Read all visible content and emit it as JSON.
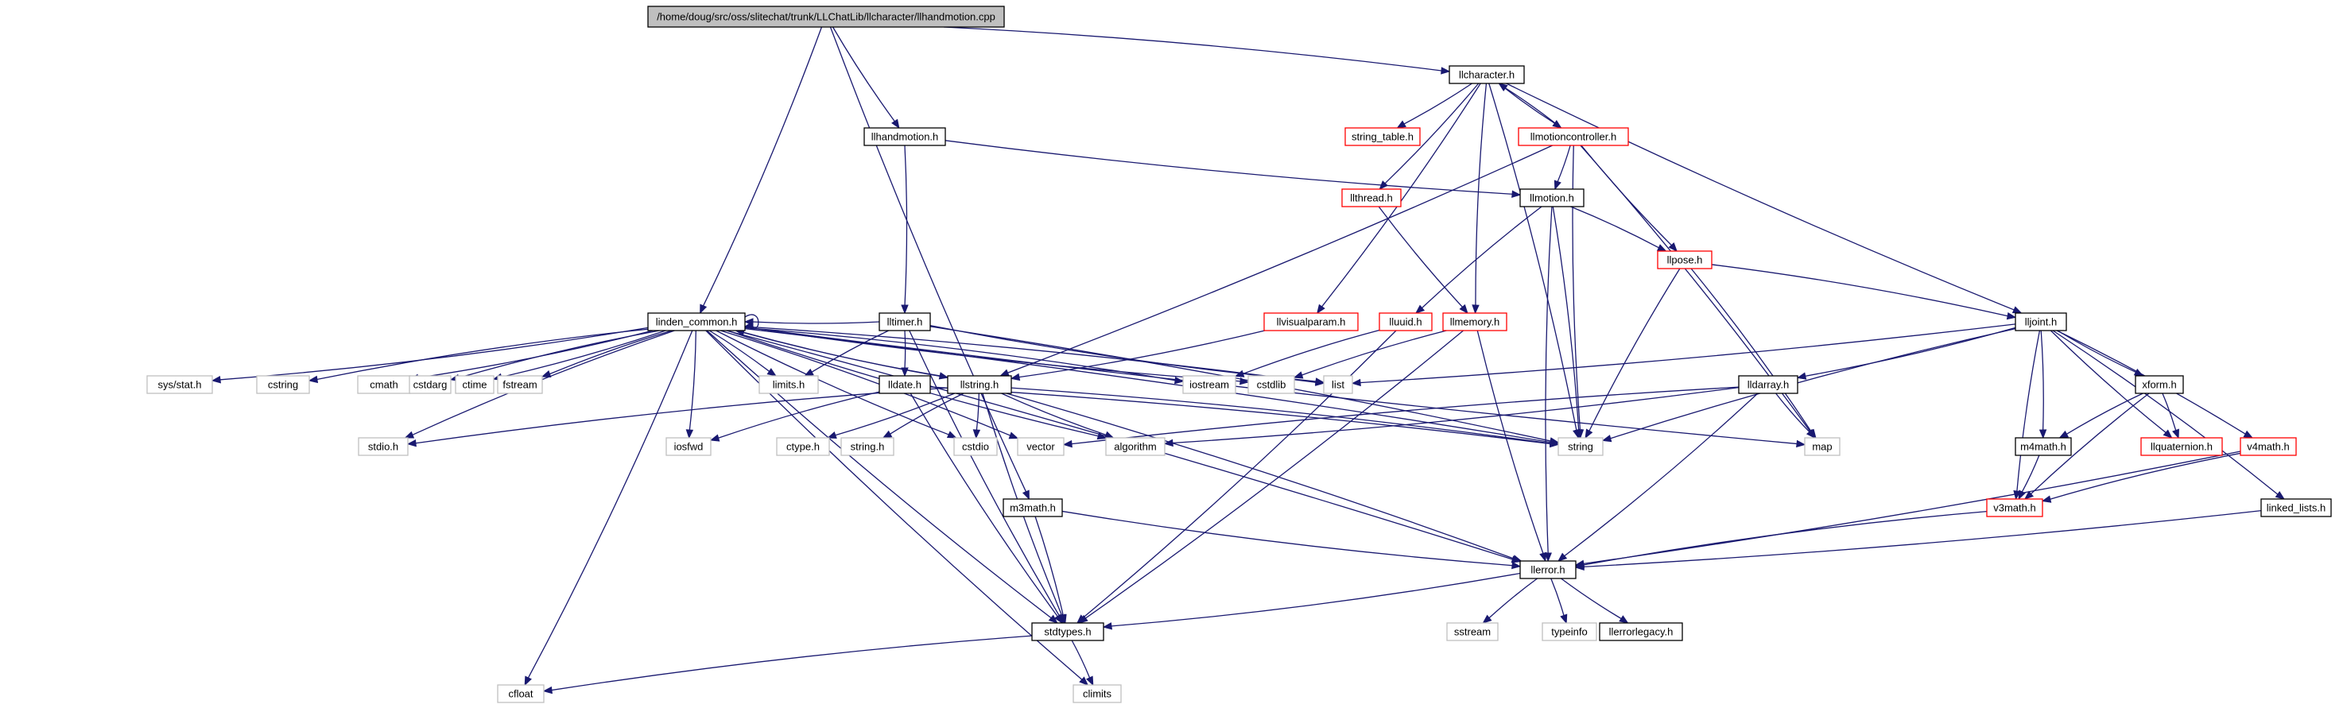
{
  "graph": {
    "root_file": "/home/doug/src/oss/slitechat/trunk/LLChatLib/llcharacter/llhandmotion.cpp",
    "colors": {
      "edge": "#191970",
      "truncated_border": "#ff0000",
      "system_border": "#bfbfbf",
      "root_fill": "#bfbfbf"
    },
    "nodes": [
      {
        "id": "root",
        "label": "/home/doug/src/oss/slitechat/trunk/LLChatLib/llcharacter/llhandmotion.cpp",
        "kind": "root"
      },
      {
        "id": "llcharacter",
        "label": "llcharacter.h",
        "kind": "doc"
      },
      {
        "id": "llhandmotion",
        "label": "llhandmotion.h",
        "kind": "doc"
      },
      {
        "id": "string_table",
        "label": "string_table.h",
        "kind": "trunc"
      },
      {
        "id": "llmotioncontroller",
        "label": "llmotioncontroller.h",
        "kind": "trunc"
      },
      {
        "id": "llthread",
        "label": "llthread.h",
        "kind": "trunc"
      },
      {
        "id": "llmotion",
        "label": "llmotion.h",
        "kind": "doc"
      },
      {
        "id": "llpose",
        "label": "llpose.h",
        "kind": "trunc"
      },
      {
        "id": "linden_common",
        "label": "linden_common.h",
        "kind": "doc"
      },
      {
        "id": "lltimer",
        "label": "lltimer.h",
        "kind": "doc"
      },
      {
        "id": "llvisualparam",
        "label": "llvisualparam.h",
        "kind": "trunc"
      },
      {
        "id": "lluuid",
        "label": "lluuid.h",
        "kind": "trunc"
      },
      {
        "id": "llmemory",
        "label": "llmemory.h",
        "kind": "trunc"
      },
      {
        "id": "lljoint",
        "label": "lljoint.h",
        "kind": "doc"
      },
      {
        "id": "sysstat",
        "label": "sys/stat.h",
        "kind": "sys"
      },
      {
        "id": "cstring",
        "label": "cstring",
        "kind": "sys"
      },
      {
        "id": "cmath",
        "label": "cmath",
        "kind": "sys"
      },
      {
        "id": "cstdarg",
        "label": "cstdarg",
        "kind": "sys"
      },
      {
        "id": "ctime",
        "label": "ctime",
        "kind": "sys"
      },
      {
        "id": "fstream",
        "label": "fstream",
        "kind": "sys"
      },
      {
        "id": "limits",
        "label": "limits.h",
        "kind": "sys"
      },
      {
        "id": "lldate",
        "label": "lldate.h",
        "kind": "doc"
      },
      {
        "id": "llstring",
        "label": "llstring.h",
        "kind": "doc"
      },
      {
        "id": "iostream",
        "label": "iostream",
        "kind": "sys"
      },
      {
        "id": "cstdlib",
        "label": "cstdlib",
        "kind": "sys"
      },
      {
        "id": "list",
        "label": "list",
        "kind": "sys"
      },
      {
        "id": "lldarray",
        "label": "lldarray.h",
        "kind": "doc"
      },
      {
        "id": "xform",
        "label": "xform.h",
        "kind": "doc"
      },
      {
        "id": "stdio",
        "label": "stdio.h",
        "kind": "sys"
      },
      {
        "id": "iosfwd",
        "label": "iosfwd",
        "kind": "sys"
      },
      {
        "id": "ctype",
        "label": "ctype.h",
        "kind": "sys"
      },
      {
        "id": "stringh",
        "label": "string.h",
        "kind": "sys"
      },
      {
        "id": "cstdio",
        "label": "cstdio",
        "kind": "sys"
      },
      {
        "id": "vector",
        "label": "vector",
        "kind": "sys"
      },
      {
        "id": "algorithm",
        "label": "algorithm",
        "kind": "sys"
      },
      {
        "id": "string",
        "label": "string",
        "kind": "sys"
      },
      {
        "id": "map",
        "label": "map",
        "kind": "sys"
      },
      {
        "id": "m4math",
        "label": "m4math.h",
        "kind": "doc"
      },
      {
        "id": "llquaternion",
        "label": "llquaternion.h",
        "kind": "trunc"
      },
      {
        "id": "v4math",
        "label": "v4math.h",
        "kind": "trunc"
      },
      {
        "id": "m3math",
        "label": "m3math.h",
        "kind": "doc"
      },
      {
        "id": "v3math",
        "label": "v3math.h",
        "kind": "trunc"
      },
      {
        "id": "linked_lists",
        "label": "linked_lists.h",
        "kind": "doc"
      },
      {
        "id": "llerror",
        "label": "llerror.h",
        "kind": "doc"
      },
      {
        "id": "stdtypes",
        "label": "stdtypes.h",
        "kind": "doc"
      },
      {
        "id": "sstream",
        "label": "sstream",
        "kind": "sys"
      },
      {
        "id": "typeinfo",
        "label": "typeinfo",
        "kind": "sys"
      },
      {
        "id": "llerrorlegacy",
        "label": "llerrorlegacy.h",
        "kind": "doc"
      },
      {
        "id": "cfloat",
        "label": "cfloat",
        "kind": "sys"
      },
      {
        "id": "climits",
        "label": "climits",
        "kind": "sys"
      }
    ],
    "edges": [
      [
        "root",
        "llcharacter"
      ],
      [
        "root",
        "llhandmotion"
      ],
      [
        "root",
        "linden_common"
      ],
      [
        "root",
        "m3math"
      ],
      [
        "llcharacter",
        "string_table"
      ],
      [
        "llcharacter",
        "llmotioncontroller"
      ],
      [
        "llcharacter",
        "llthread"
      ],
      [
        "llcharacter",
        "llmemory"
      ],
      [
        "llcharacter",
        "llvisualparam"
      ],
      [
        "llcharacter",
        "lljoint"
      ],
      [
        "llcharacter",
        "string"
      ],
      [
        "llmotioncontroller",
        "llcharacter"
      ],
      [
        "llmotioncontroller",
        "llmotion"
      ],
      [
        "llmotioncontroller",
        "llpose"
      ],
      [
        "llmotioncontroller",
        "llstring"
      ],
      [
        "llmotioncontroller",
        "string"
      ],
      [
        "llmotioncontroller",
        "map"
      ],
      [
        "llhandmotion",
        "llmotion"
      ],
      [
        "llhandmotion",
        "lltimer"
      ],
      [
        "llthread",
        "llmemory"
      ],
      [
        "llmotion",
        "llpose"
      ],
      [
        "llmotion",
        "lluuid"
      ],
      [
        "llmotion",
        "string"
      ],
      [
        "llmotion",
        "llerror"
      ],
      [
        "llpose",
        "lljoint"
      ],
      [
        "llpose",
        "string"
      ],
      [
        "llpose",
        "map"
      ],
      [
        "linden_common",
        "linden_common"
      ],
      [
        "linden_common",
        "sysstat"
      ],
      [
        "linden_common",
        "cstring"
      ],
      [
        "linden_common",
        "cmath"
      ],
      [
        "linden_common",
        "cstdarg"
      ],
      [
        "linden_common",
        "ctime"
      ],
      [
        "linden_common",
        "fstream"
      ],
      [
        "linden_common",
        "limits"
      ],
      [
        "linden_common",
        "llstring"
      ],
      [
        "linden_common",
        "iostream"
      ],
      [
        "linden_common",
        "cstdlib"
      ],
      [
        "linden_common",
        "list"
      ],
      [
        "linden_common",
        "stdio"
      ],
      [
        "linden_common",
        "iosfwd"
      ],
      [
        "linden_common",
        "cstdio"
      ],
      [
        "linden_common",
        "vector"
      ],
      [
        "linden_common",
        "algorithm"
      ],
      [
        "linden_common",
        "string"
      ],
      [
        "linden_common",
        "map"
      ],
      [
        "linden_common",
        "llerror"
      ],
      [
        "linden_common",
        "stdtypes"
      ],
      [
        "linden_common",
        "cfloat"
      ],
      [
        "linden_common",
        "climits"
      ],
      [
        "lltimer",
        "linden_common"
      ],
      [
        "lltimer",
        "limits"
      ],
      [
        "lltimer",
        "lldate"
      ],
      [
        "lltimer",
        "stdtypes"
      ],
      [
        "lltimer",
        "string"
      ],
      [
        "lltimer",
        "list"
      ],
      [
        "llvisualparam",
        "llstring"
      ],
      [
        "lluuid",
        "iostream"
      ],
      [
        "lluuid",
        "stdtypes"
      ],
      [
        "llmemory",
        "cstdlib"
      ],
      [
        "llmemory",
        "stdtypes"
      ],
      [
        "llmemory",
        "llerror"
      ],
      [
        "lljoint",
        "list"
      ],
      [
        "lljoint",
        "string"
      ],
      [
        "lljoint",
        "lldarray"
      ],
      [
        "lljoint",
        "xform"
      ],
      [
        "lljoint",
        "m4math"
      ],
      [
        "lljoint",
        "llquaternion"
      ],
      [
        "lljoint",
        "v4math"
      ],
      [
        "lljoint",
        "v3math"
      ],
      [
        "lljoint",
        "linked_lists"
      ],
      [
        "lldate",
        "iosfwd"
      ],
      [
        "lldate",
        "string"
      ],
      [
        "lldate",
        "stdtypes"
      ],
      [
        "llstring",
        "linden_common"
      ],
      [
        "llstring",
        "stdio"
      ],
      [
        "llstring",
        "ctype"
      ],
      [
        "llstring",
        "stringh"
      ],
      [
        "llstring",
        "cstdio"
      ],
      [
        "llstring",
        "algorithm"
      ],
      [
        "llstring",
        "string"
      ],
      [
        "llstring",
        "stdtypes"
      ],
      [
        "llstring",
        "llerror"
      ],
      [
        "lldarray",
        "vector"
      ],
      [
        "lldarray",
        "algorithm"
      ],
      [
        "lldarray",
        "map"
      ],
      [
        "lldarray",
        "llerror"
      ],
      [
        "xform",
        "m4math"
      ],
      [
        "xform",
        "llquaternion"
      ],
      [
        "xform",
        "v3math"
      ],
      [
        "m4math",
        "v3math"
      ],
      [
        "v4math",
        "v3math"
      ],
      [
        "v4math",
        "llerror"
      ],
      [
        "v3math",
        "llerror"
      ],
      [
        "linked_lists",
        "llerror"
      ],
      [
        "m3math",
        "llerror"
      ],
      [
        "m3math",
        "stdtypes"
      ],
      [
        "llerror",
        "sstream"
      ],
      [
        "llerror",
        "typeinfo"
      ],
      [
        "llerror",
        "llerrorlegacy"
      ],
      [
        "llerror",
        "stdtypes"
      ],
      [
        "stdtypes",
        "cfloat"
      ],
      [
        "stdtypes",
        "climits"
      ]
    ]
  }
}
